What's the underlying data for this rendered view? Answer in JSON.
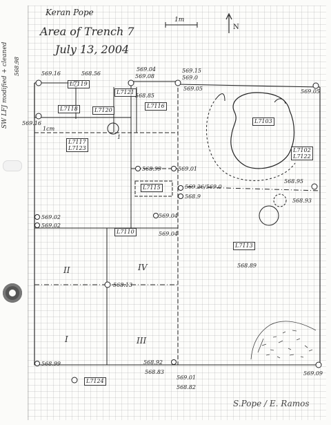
{
  "header": {
    "name": "Keran Pope",
    "area": "Area of Trench 7",
    "date": "July 13, 2004"
  },
  "scale_label": "1m",
  "north_label": "N",
  "side_note": "SW LFJ modified + cleaned",
  "points": {
    "tl_a": "569.16",
    "tl_b": "568.56",
    "tl_c": "569.04",
    "tl_d": "569.15",
    "tl_e": "569.0",
    "tl_f": "569.05",
    "tl_side": "568.98",
    "tl_g": "569.08",
    "tl_h": "568.85",
    "tr_corner": "569.05",
    "mid_a": "568.99",
    "mid_b": "569.01",
    "mid_c": "569.26/569.0",
    "mid_d": "568.9",
    "r_a": "568.95",
    "r_b": "568.93",
    "l_a": "569.02",
    "l_b": "569.02",
    "c_a": "569.04",
    "c_b": "569.04",
    "center": "568.13",
    "big": "568.89",
    "bl": "568.99",
    "b_a": "568.92",
    "b_b": "568.83",
    "b_c": "569.01",
    "b_d": "568.82",
    "br": "569.09",
    "tl_small": "1cm",
    "pit_num": "1"
  },
  "contexts": {
    "c7119": "L7119",
    "c7121": "L7121",
    "c7116": "L7116",
    "c7118": "L7118",
    "c7120": "L7120",
    "c7117": "L7117",
    "c7123": "L7123",
    "c7103": "L7103",
    "c7102": "L7102",
    "c7122": "L7122",
    "c7115": "L7115",
    "c7110": "L7110",
    "c7113": "L7113",
    "c7124": "L7124"
  },
  "quadrants": {
    "q1": "I",
    "q2": "II",
    "q3": "III",
    "q4": "IV"
  },
  "signature": "S.Pope / E. Ramos"
}
